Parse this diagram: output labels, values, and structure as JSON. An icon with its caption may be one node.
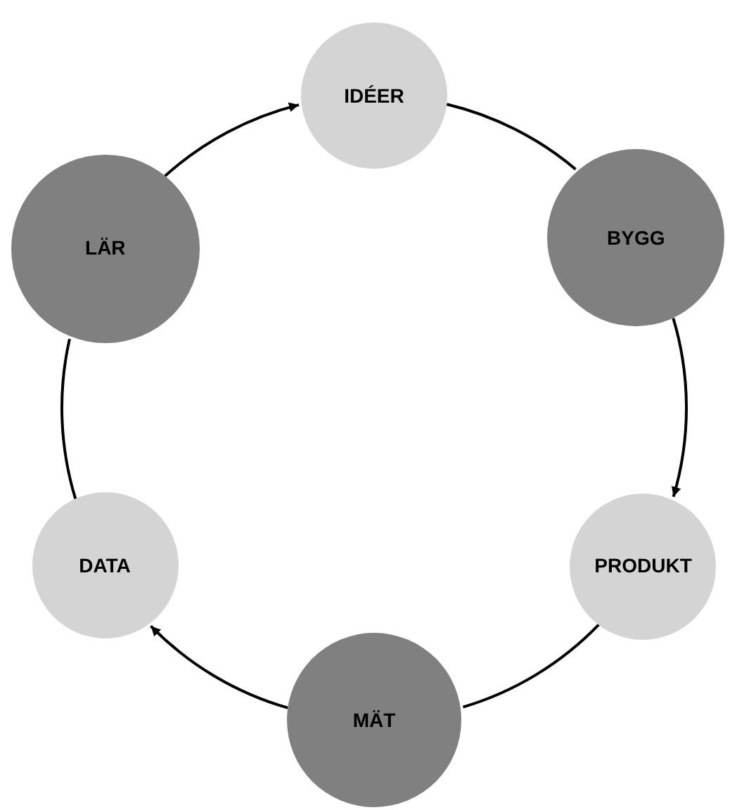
{
  "diagram": {
    "nodes": [
      {
        "text": [
          "IDÉER"
        ]
      },
      {
        "text": [
          "BYGG"
        ]
      },
      {
        "text": [
          "PRODUKT"
        ]
      },
      {
        "text": [
          "MÄT"
        ]
      },
      {
        "text": [
          "DATA"
        ]
      },
      {
        "text": [
          "LÄR"
        ]
      }
    ],
    "edges": [
      {
        "from": 0,
        "to": 1,
        "arrow": "none"
      },
      {
        "from": 1,
        "to": 2,
        "arrow": "to"
      },
      {
        "from": 2,
        "to": 3,
        "arrow": "none"
      },
      {
        "from": 3,
        "to": 4,
        "arrow": "to"
      },
      {
        "from": 4,
        "to": 5,
        "arrow": "none"
      },
      {
        "from": 5,
        "to": 0,
        "arrow": "to"
      }
    ]
  }
}
